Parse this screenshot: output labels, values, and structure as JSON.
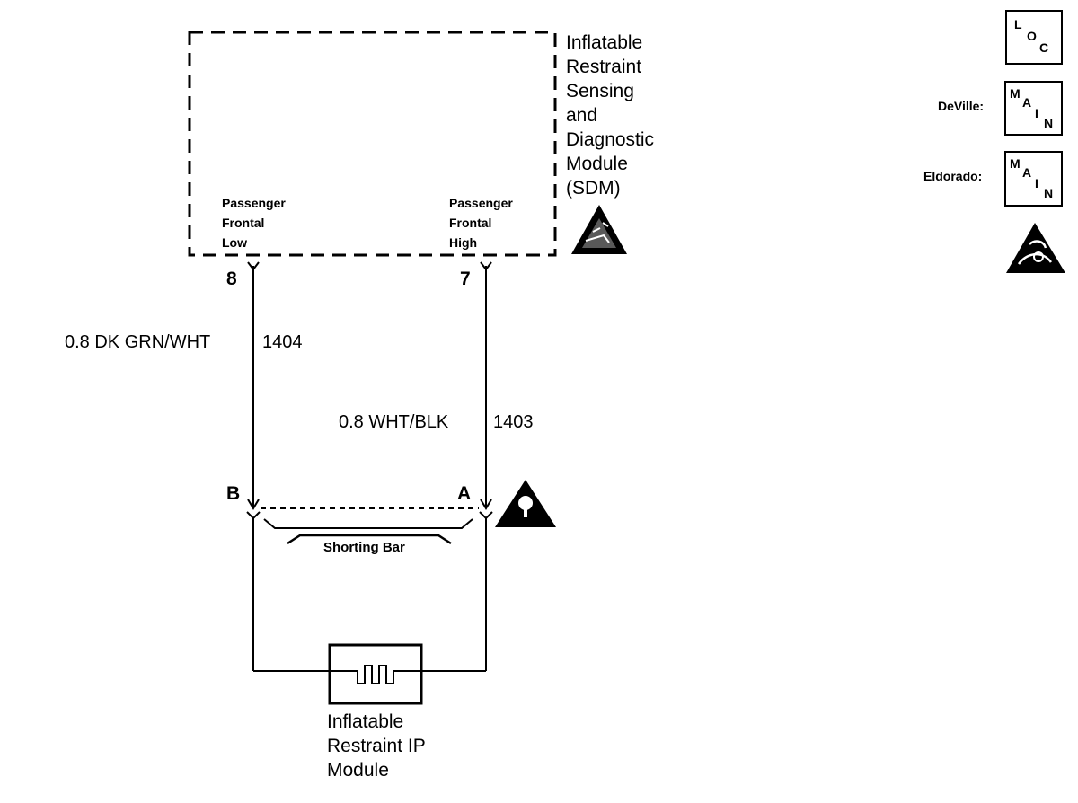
{
  "sdm": {
    "label_lines": [
      "Inflatable",
      "Restraint",
      "Sensing",
      "and",
      "Diagnostic",
      "Module",
      "(SDM)"
    ],
    "terminal_low": [
      "Passenger",
      "Frontal",
      "Low"
    ],
    "terminal_high": [
      "Passenger",
      "Frontal",
      "High"
    ]
  },
  "pins": {
    "sdm_low": "8",
    "sdm_high": "7",
    "module_b": "B",
    "module_a": "A"
  },
  "wires": [
    {
      "gauge_color": "0.8 DK GRN/WHT",
      "circuit": "1404"
    },
    {
      "gauge_color": "0.8 WHT/BLK",
      "circuit": "1403"
    }
  ],
  "shorting_bar": "Shorting Bar",
  "ip_module": {
    "label_lines": [
      "Inflatable",
      "Restraint IP",
      "Module"
    ]
  },
  "legend": {
    "loc": {
      "l": "L",
      "o": "O",
      "c": "C"
    },
    "main": {
      "m": "M",
      "a": "A",
      "i": "I",
      "n": "N"
    },
    "deville_label": "DeVille:",
    "eldorado_label": "Eldorado:",
    "warning_glyph": "!"
  },
  "icons": [
    "esd-sensitive-icon",
    "caution-icon",
    "airbag-service-icon"
  ]
}
